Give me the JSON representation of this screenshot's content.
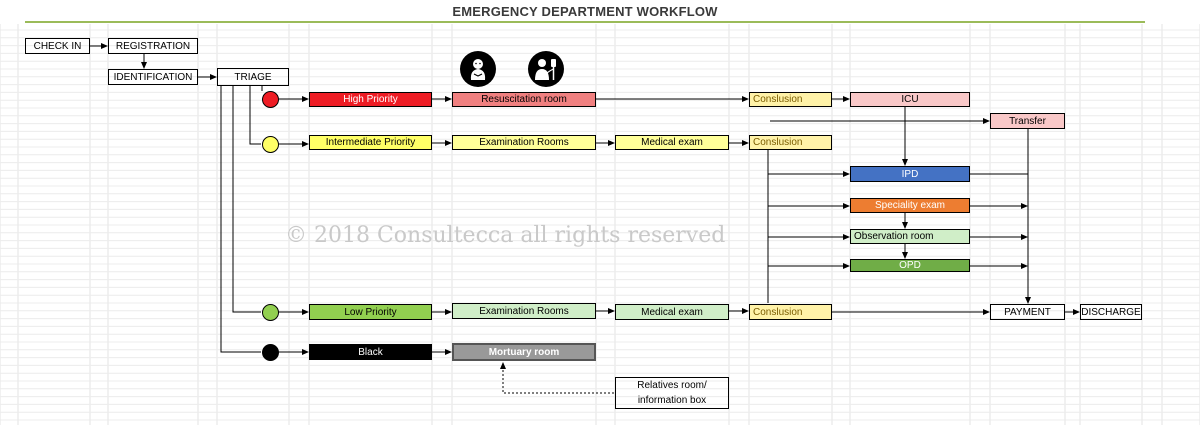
{
  "title": "EMERGENCY DEPARTMENT WORKFLOW",
  "watermark": "© 2018 Consultecca all rights reserved",
  "colors": {
    "red": "#ee1c24",
    "yellow": "#ffff66",
    "green": "#92d050",
    "salmon": "#f08080",
    "pale_yellow": "#fff2a8",
    "pink": "#f9c8c8",
    "blue": "#4472c4",
    "orange": "#ed7d31",
    "light_green": "#d0eec8",
    "mid_green": "#70ad47",
    "grey": "#999999",
    "black": "#000000"
  },
  "icons": [
    "baby-icon",
    "patient-iv-icon"
  ],
  "nodes": {
    "check_in": "CHECK IN",
    "registration": "REGISTRATION",
    "identification": "IDENTIFICATION",
    "triage": "TRIAGE",
    "high_priority": "High Priority",
    "resuscitation_room": "Resuscitation room",
    "conclusion_high": "Conslusion",
    "icu": "ICU",
    "transfer": "Transfer",
    "intermediate_priority": "Intermediate Priority",
    "examination_rooms_mid": "Examination Rooms",
    "medical_exam_mid": "Medical exam",
    "conclusion_mid": "Conslusion",
    "ipd": "IPD",
    "speciality_exam": "Speciality exam",
    "observation_room": "Observation room",
    "opd": "OPD",
    "low_priority": "Low Priority",
    "examination_rooms_low": "Examination Rooms",
    "medical_exam_low": "Medical exam",
    "conclusion_low": "Conslusion",
    "payment": "PAYMENT",
    "discharge": "DISCHARGE",
    "black": "Black",
    "mortuary_room": "Mortuary room",
    "relatives_room_line1": "Relatives room/",
    "relatives_room_line2": "information box"
  }
}
